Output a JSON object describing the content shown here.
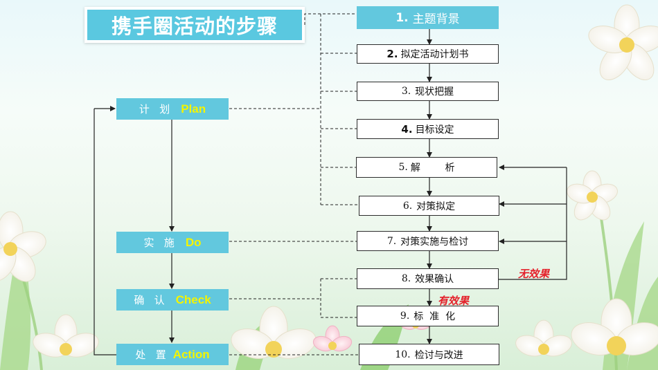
{
  "title": "携手圈活动的步骤",
  "phases": [
    {
      "zh": "计   划",
      "en": "Plan"
    },
    {
      "zh": "实   施",
      "en": "Do"
    },
    {
      "zh": "确   认",
      "en": "Check"
    },
    {
      "zh": "处   置",
      "en": "Action"
    }
  ],
  "steps": [
    {
      "num": "1.",
      "text": "主题背景"
    },
    {
      "num": "2.",
      "text": "拟定活动计划书"
    },
    {
      "num": "3.",
      "text": "现状把握"
    },
    {
      "num": "4.",
      "text": "目标设定"
    },
    {
      "num": "5.",
      "text": "解        析"
    },
    {
      "num": "6.",
      "text": "对策拟定"
    },
    {
      "num": "7.",
      "text": "对策实施与检讨"
    },
    {
      "num": "8.",
      "text": "效果确认"
    },
    {
      "num": "9.",
      "text": "标  准  化"
    },
    {
      "num": "10.",
      "text": "检讨与改进"
    }
  ],
  "labels": {
    "no_effect": "无效果",
    "effective": "有效果"
  },
  "colors": {
    "phase_bg": "#62c8de",
    "phase_en": "#f4f400",
    "red": "#e4202a"
  }
}
